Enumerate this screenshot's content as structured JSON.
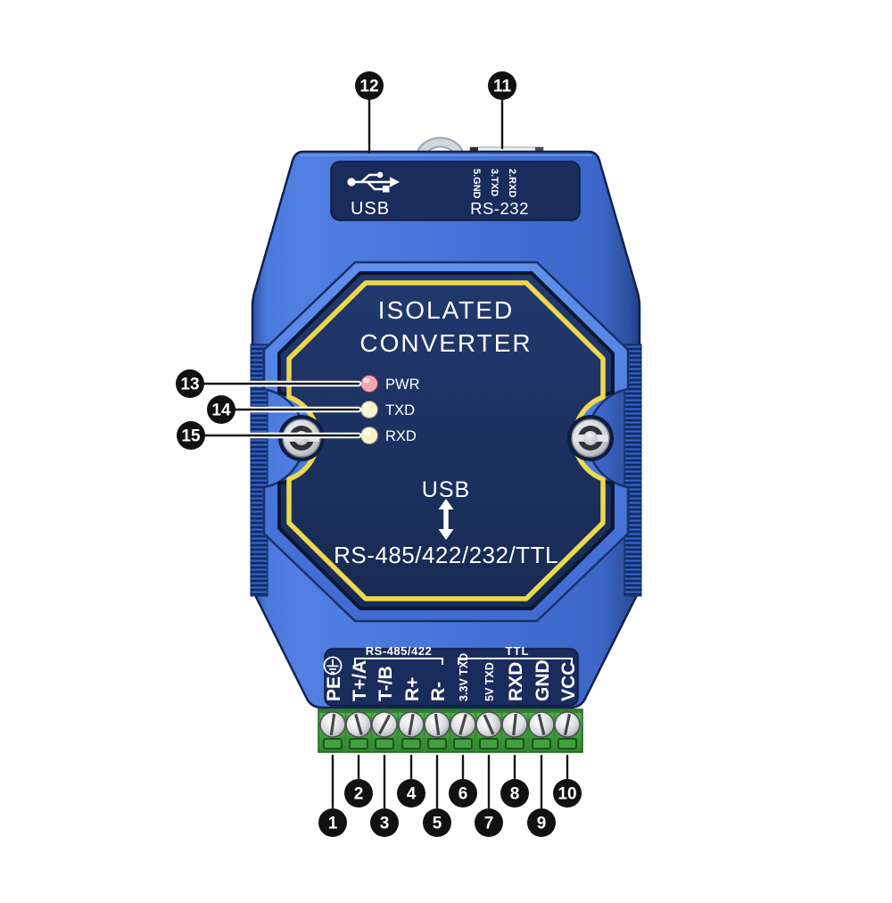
{
  "colors": {
    "page_bg": "#ffffff",
    "body_blue": "#4473d8",
    "panel_navy": "#1a2c5c",
    "octagon_navy": "#1d3162",
    "accent_yellow": "#eed74d",
    "terminal_green": "#46a441",
    "callout_black": "#111111",
    "leader_white": "#ffffff",
    "led_pwr": "#f0a6b2",
    "led_txd": "#f7f3cc",
    "led_rxd": "#f7f3cc"
  },
  "device": {
    "top_panel": {
      "usb_label": "USB",
      "rs232_label": "RS-232",
      "rs232_pins": [
        "5.GND",
        "3.TXD",
        "2.RXD"
      ]
    },
    "front_panel": {
      "title_line1": "ISOLATED",
      "title_line2": "CONVERTER",
      "leds": [
        {
          "label": "PWR",
          "color": "#f0a6b2"
        },
        {
          "label": "TXD",
          "color": "#f7f3cc"
        },
        {
          "label": "RXD",
          "color": "#f7f3cc"
        }
      ],
      "conversion": {
        "from": "USB",
        "to": "RS-485/422/232/TTL"
      }
    },
    "terminal_panel": {
      "groups": [
        {
          "label": "RS-485/422"
        },
        {
          "label": "TTL"
        }
      ],
      "terminals": [
        {
          "num": "1",
          "label": "PE"
        },
        {
          "num": "2",
          "label": "T+/A"
        },
        {
          "num": "3",
          "label": "T-/B"
        },
        {
          "num": "4",
          "label": "R+"
        },
        {
          "num": "5",
          "label": "R-"
        },
        {
          "num": "6",
          "label": "3.3V TXD"
        },
        {
          "num": "7",
          "label": "5V TXD"
        },
        {
          "num": "8",
          "label": "RXD"
        },
        {
          "num": "9",
          "label": "GND"
        },
        {
          "num": "10",
          "label": "VCC"
        }
      ]
    }
  },
  "callouts": {
    "top": [
      {
        "num": "12"
      },
      {
        "num": "11"
      }
    ],
    "left": [
      {
        "num": "13"
      },
      {
        "num": "14"
      },
      {
        "num": "15"
      }
    ]
  }
}
